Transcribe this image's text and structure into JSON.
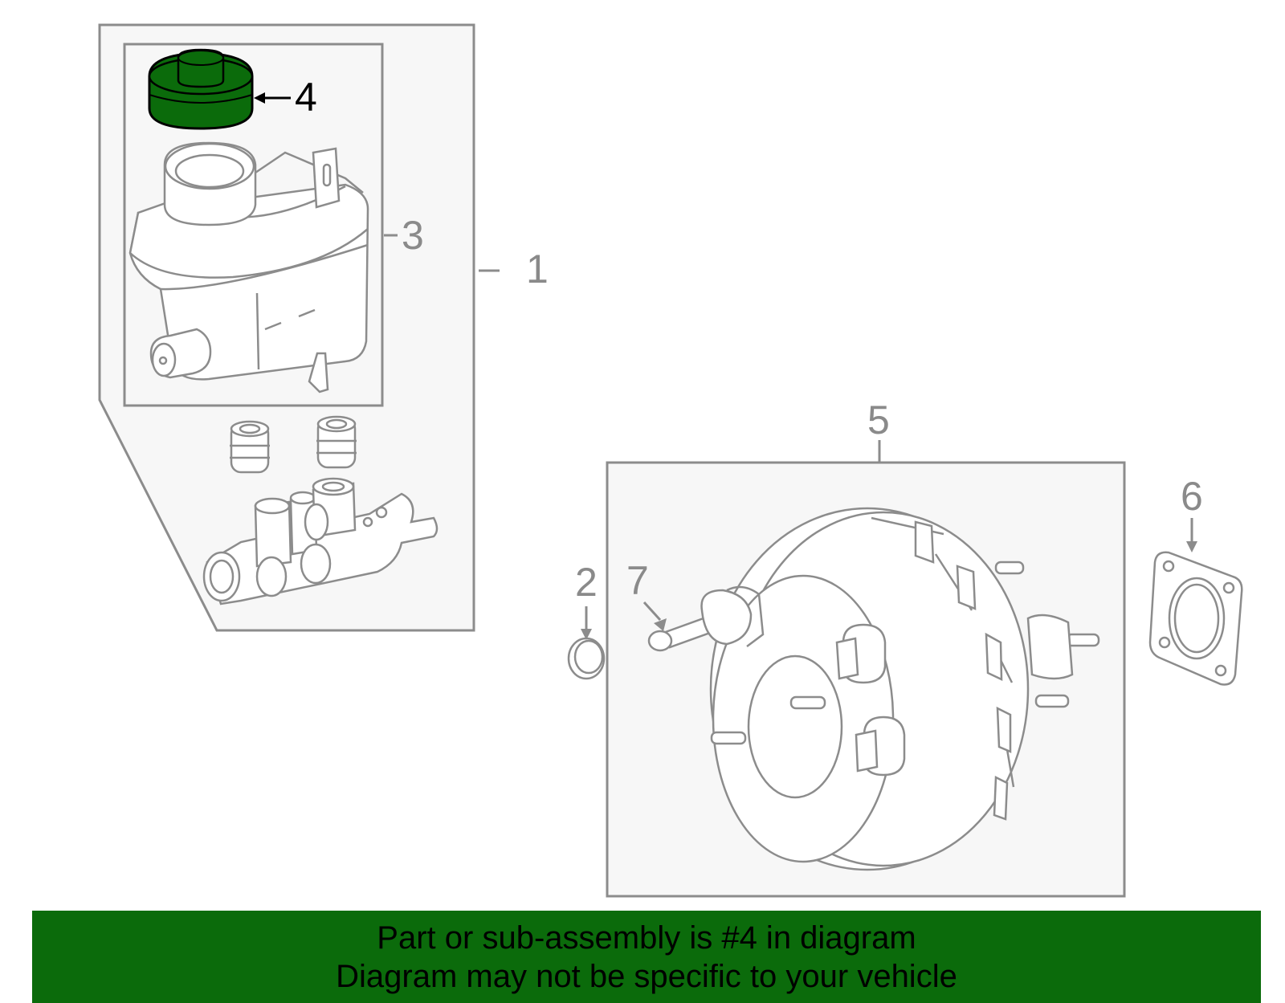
{
  "colors": {
    "highlight": "#0b6b0b",
    "line": "#8c8c8c",
    "panel": "#f7f7f7",
    "callout_active": "#000000",
    "callout": "#8a8a8a"
  },
  "callouts": {
    "c1": "1",
    "c2": "2",
    "c3": "3",
    "c4": "4",
    "c5": "5",
    "c6": "6",
    "c7": "7"
  },
  "banner": {
    "line1": "Part or sub-assembly is #4 in diagram",
    "line2": "Diagram may not be specific to your vehicle"
  }
}
